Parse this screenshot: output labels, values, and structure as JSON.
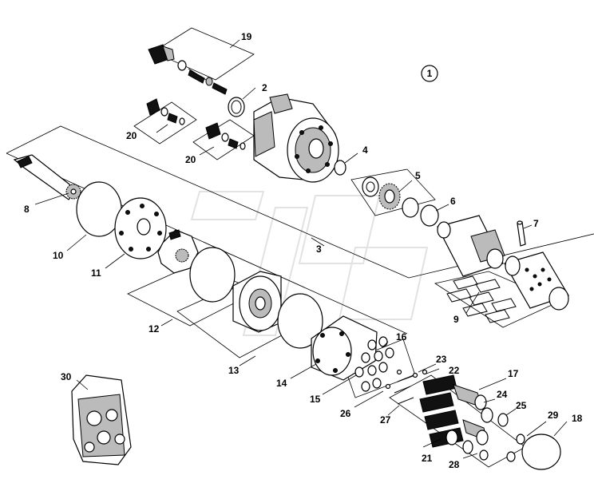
{
  "figure_number": "1",
  "callouts": {
    "c2": "2",
    "c3": "3",
    "c4": "4",
    "c5": "5",
    "c6": "6",
    "c7": "7",
    "c8": "8",
    "c9": "9",
    "c10": "10",
    "c11": "11",
    "c12": "12",
    "c13": "13",
    "c14": "14",
    "c15": "15",
    "c16": "16",
    "c17": "17",
    "c18": "18",
    "c19": "19",
    "c20a": "20",
    "c20b": "20",
    "c21": "21",
    "c22": "22",
    "c23": "23",
    "c24": "24",
    "c25": "25",
    "c26": "26",
    "c27": "27",
    "c28": "28",
    "c29": "29",
    "c30": "30"
  }
}
